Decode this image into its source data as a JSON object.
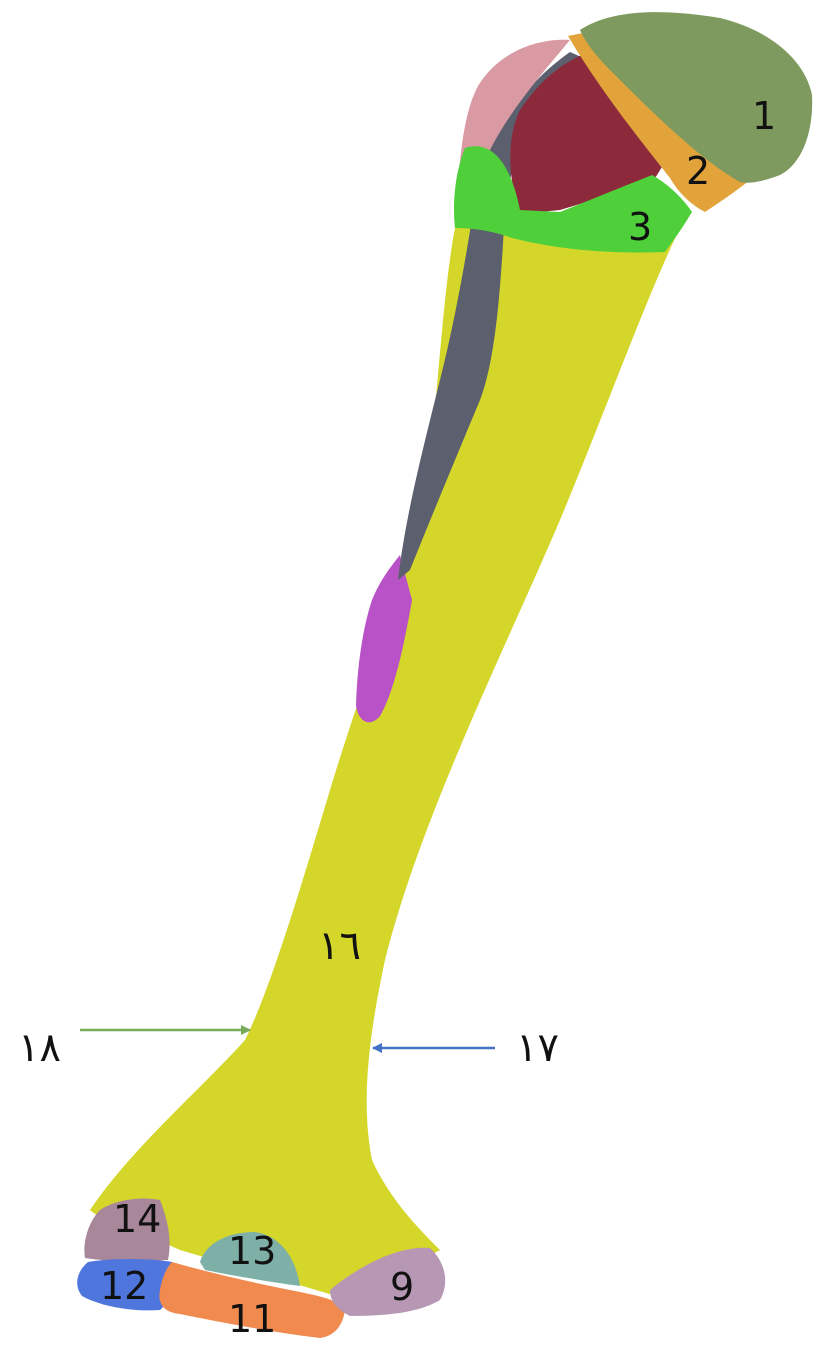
{
  "labels": {
    "l1": "1",
    "l2": "2",
    "l3": "3",
    "l9": "9",
    "l11": "11",
    "l12": "12",
    "l13": "13",
    "l14": "14",
    "l16": "١٦",
    "l17": "١٧",
    "l18": "١٨"
  },
  "colors": {
    "shaft": "#d4d62a",
    "head": "#7f9a5e",
    "anatomical_neck": "#e2a43a",
    "surgical_neck": "#4fcf3a",
    "greater_tubercle": "#8c2a3c",
    "lesser_tubercle": "#d99aa4",
    "intertubercular_groove": "#5b5f6e",
    "deltoid_tuberosity": "#b951c7",
    "trochlea": "#f08a4e",
    "capitulum": "#4f76dd",
    "medial_epicondyle": "#a9879a",
    "lateral_epicondyle": "#b697b4",
    "coronoid_fossa": "#7fb0a8",
    "arrow_green": "#77ab57",
    "arrow_blue": "#4472c4"
  },
  "arrows": {
    "green": {
      "label_ref": "l18",
      "direction": "right"
    },
    "blue": {
      "label_ref": "l17",
      "direction": "left"
    }
  }
}
